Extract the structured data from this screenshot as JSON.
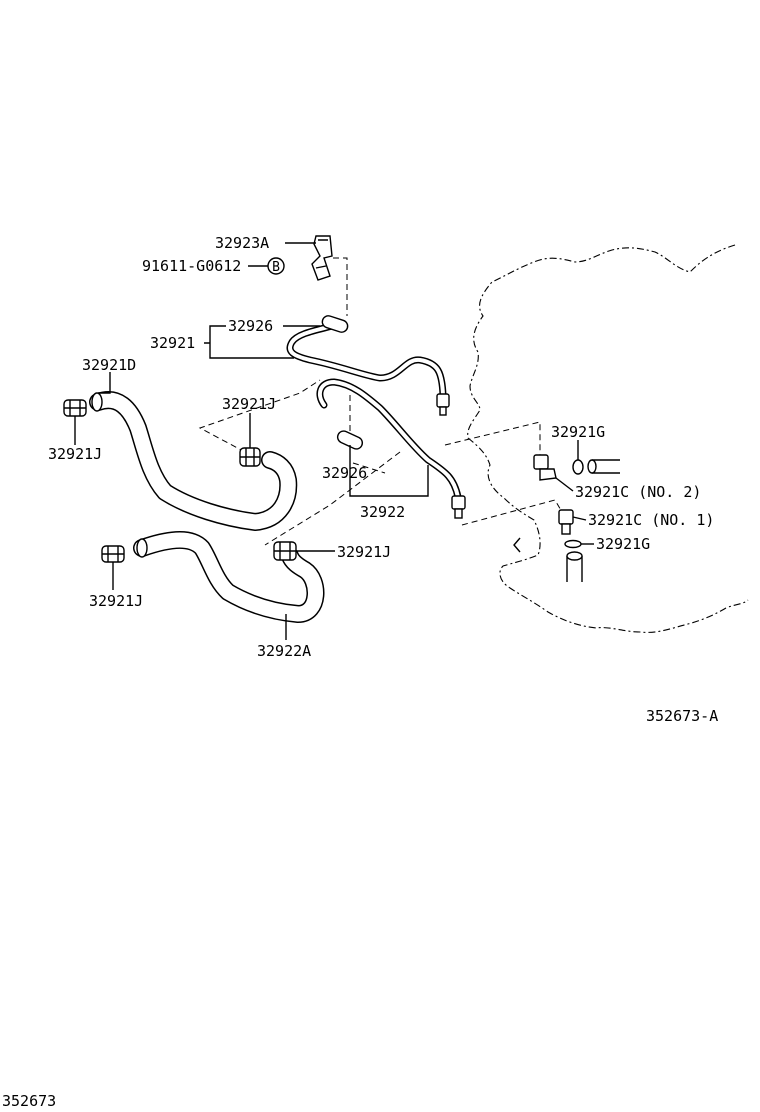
{
  "labels": {
    "clamp_32923a": "32923A",
    "bolt_91611": "91611-G0612",
    "bolt_mark": "B",
    "pipe_32926_top": "32926",
    "pipe_set_32921": "32921",
    "hose_32921d": "32921D",
    "clamp_32921j_mid": "32921J",
    "clamp_32921j_left": "32921J",
    "pipe_32926_mid": "32926",
    "pipe_set_32922": "32922",
    "gasket_32921g_top": "32921G",
    "union_32921c_no2": "32921C (NO. 2)",
    "union_32921c_no1": "32921C (NO. 1)",
    "gasket_32921g_bottom": "32921G",
    "clamp_32921j_right": "32921J",
    "clamp_32921j_bottom": "32921J",
    "hose_32922a": "32922A"
  },
  "footer": {
    "figure_code": "352673-A",
    "page_code": "352673"
  }
}
